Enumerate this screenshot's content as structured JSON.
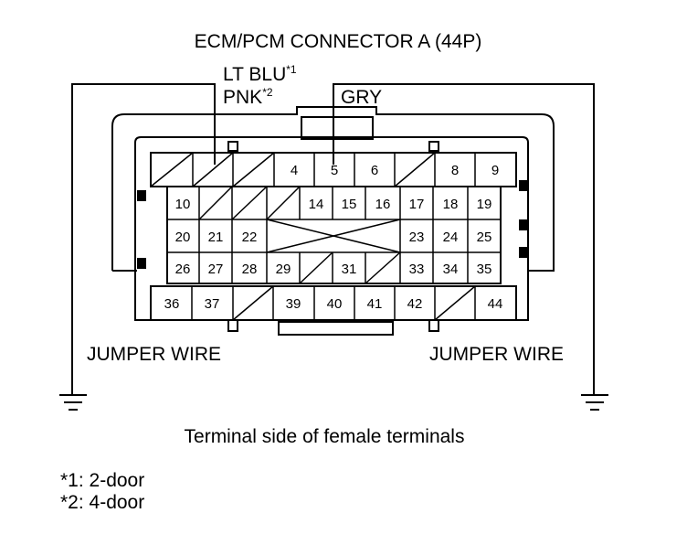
{
  "title": "ECM/PCM CONNECTOR A (44P)",
  "wire_labels": {
    "lt_blu": "LT BLU",
    "lt_blu_mark": "*1",
    "pnk": "PNK",
    "pnk_mark": "*2",
    "gry": "GRY"
  },
  "jumper_left": "JUMPER WIRE",
  "jumper_right": "JUMPER WIRE",
  "caption": "Terminal side of female terminals",
  "notes": [
    "*1: 2-door",
    "*2: 4-door"
  ],
  "terminals": {
    "row1": [
      "",
      "",
      "",
      "4",
      "5",
      "6",
      "",
      "8",
      "9"
    ],
    "row2": [
      "10",
      "",
      "",
      "",
      "14",
      "15",
      "16",
      "17",
      "18",
      "19"
    ],
    "row3": [
      "20",
      "21",
      "22",
      "23",
      "24",
      "25"
    ],
    "row4": [
      "26",
      "27",
      "28",
      "29",
      "",
      "31",
      "",
      "33",
      "34",
      "35"
    ],
    "row5": [
      "36",
      "37",
      "",
      "39",
      "40",
      "41",
      "42",
      "",
      "44"
    ]
  }
}
